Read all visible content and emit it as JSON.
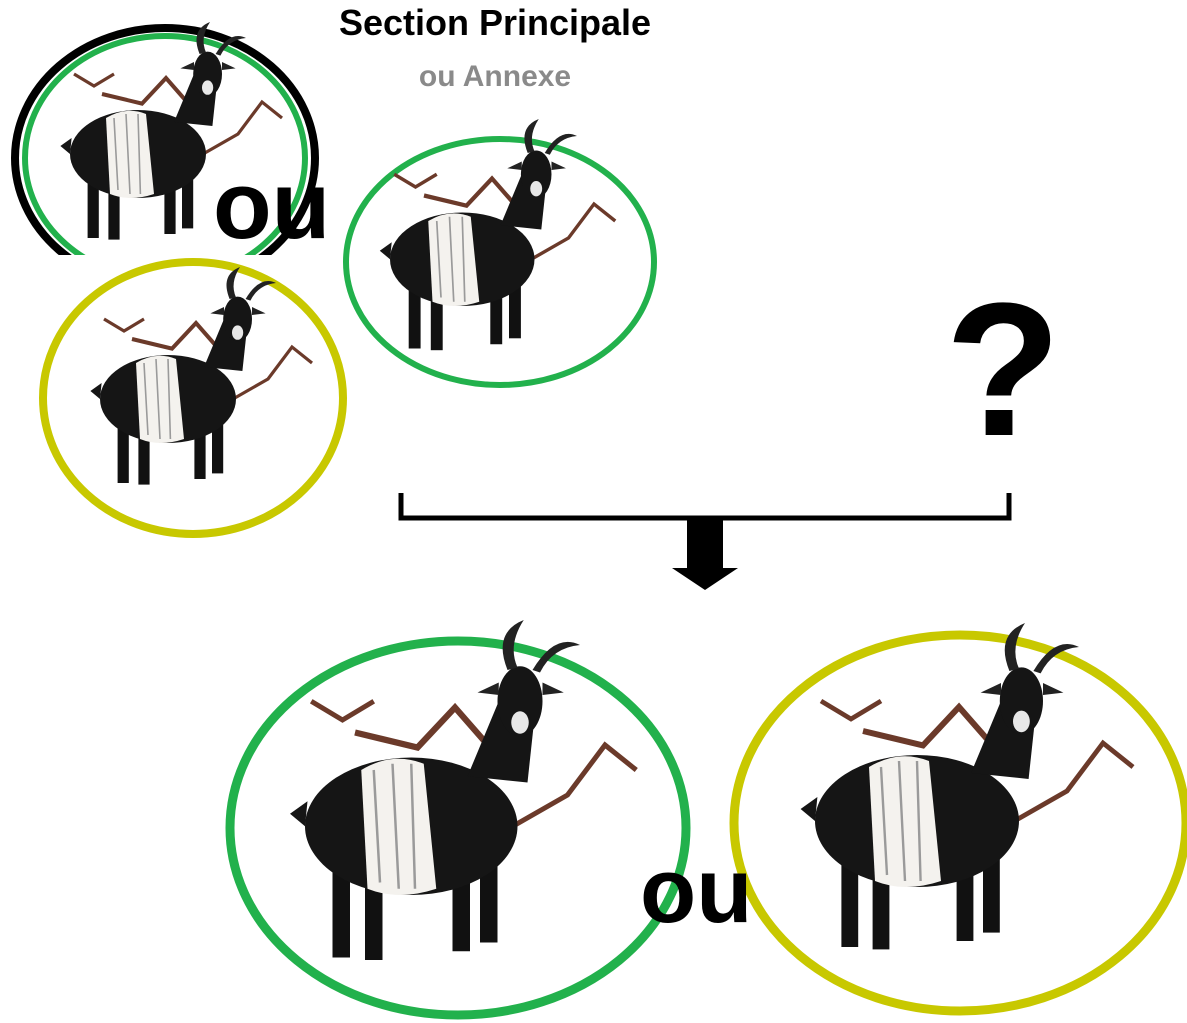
{
  "header": {
    "title": "Section Principale",
    "subtitle": "ou Annexe"
  },
  "labels": {
    "ou_top": "ou",
    "ou_bottom": "ou",
    "question": "?"
  },
  "colors": {
    "principal_ring": "#22b14c",
    "annexe_ring": "#c8c800",
    "subtitle": "#8a8a8a",
    "branch": "#6b3a2a"
  },
  "icons": {
    "goat": "goat-illustration",
    "arrow": "arrow-down-icon"
  }
}
